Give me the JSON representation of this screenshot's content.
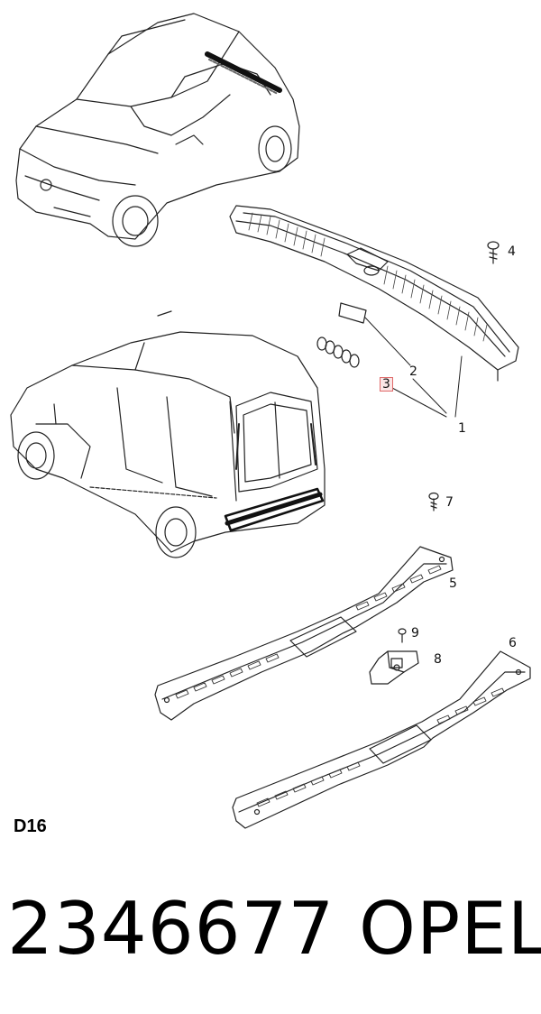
{
  "diagram": {
    "callouts": [
      {
        "id": "c1",
        "label": "1",
        "highlighted": false
      },
      {
        "id": "c2",
        "label": "2",
        "highlighted": false
      },
      {
        "id": "c3",
        "label": "3",
        "highlighted": true
      },
      {
        "id": "c4",
        "label": "4",
        "highlighted": false
      },
      {
        "id": "c5",
        "label": "5",
        "highlighted": false
      },
      {
        "id": "c6",
        "label": "6",
        "highlighted": false
      },
      {
        "id": "c7",
        "label": "7",
        "highlighted": false
      },
      {
        "id": "c8",
        "label": "8",
        "highlighted": false
      },
      {
        "id": "c9",
        "label": "9",
        "highlighted": false
      }
    ],
    "section_code": "D16",
    "highlight_color": "#e06a6a"
  },
  "footer": {
    "part_number": "2346677",
    "brand": "OPEL"
  }
}
